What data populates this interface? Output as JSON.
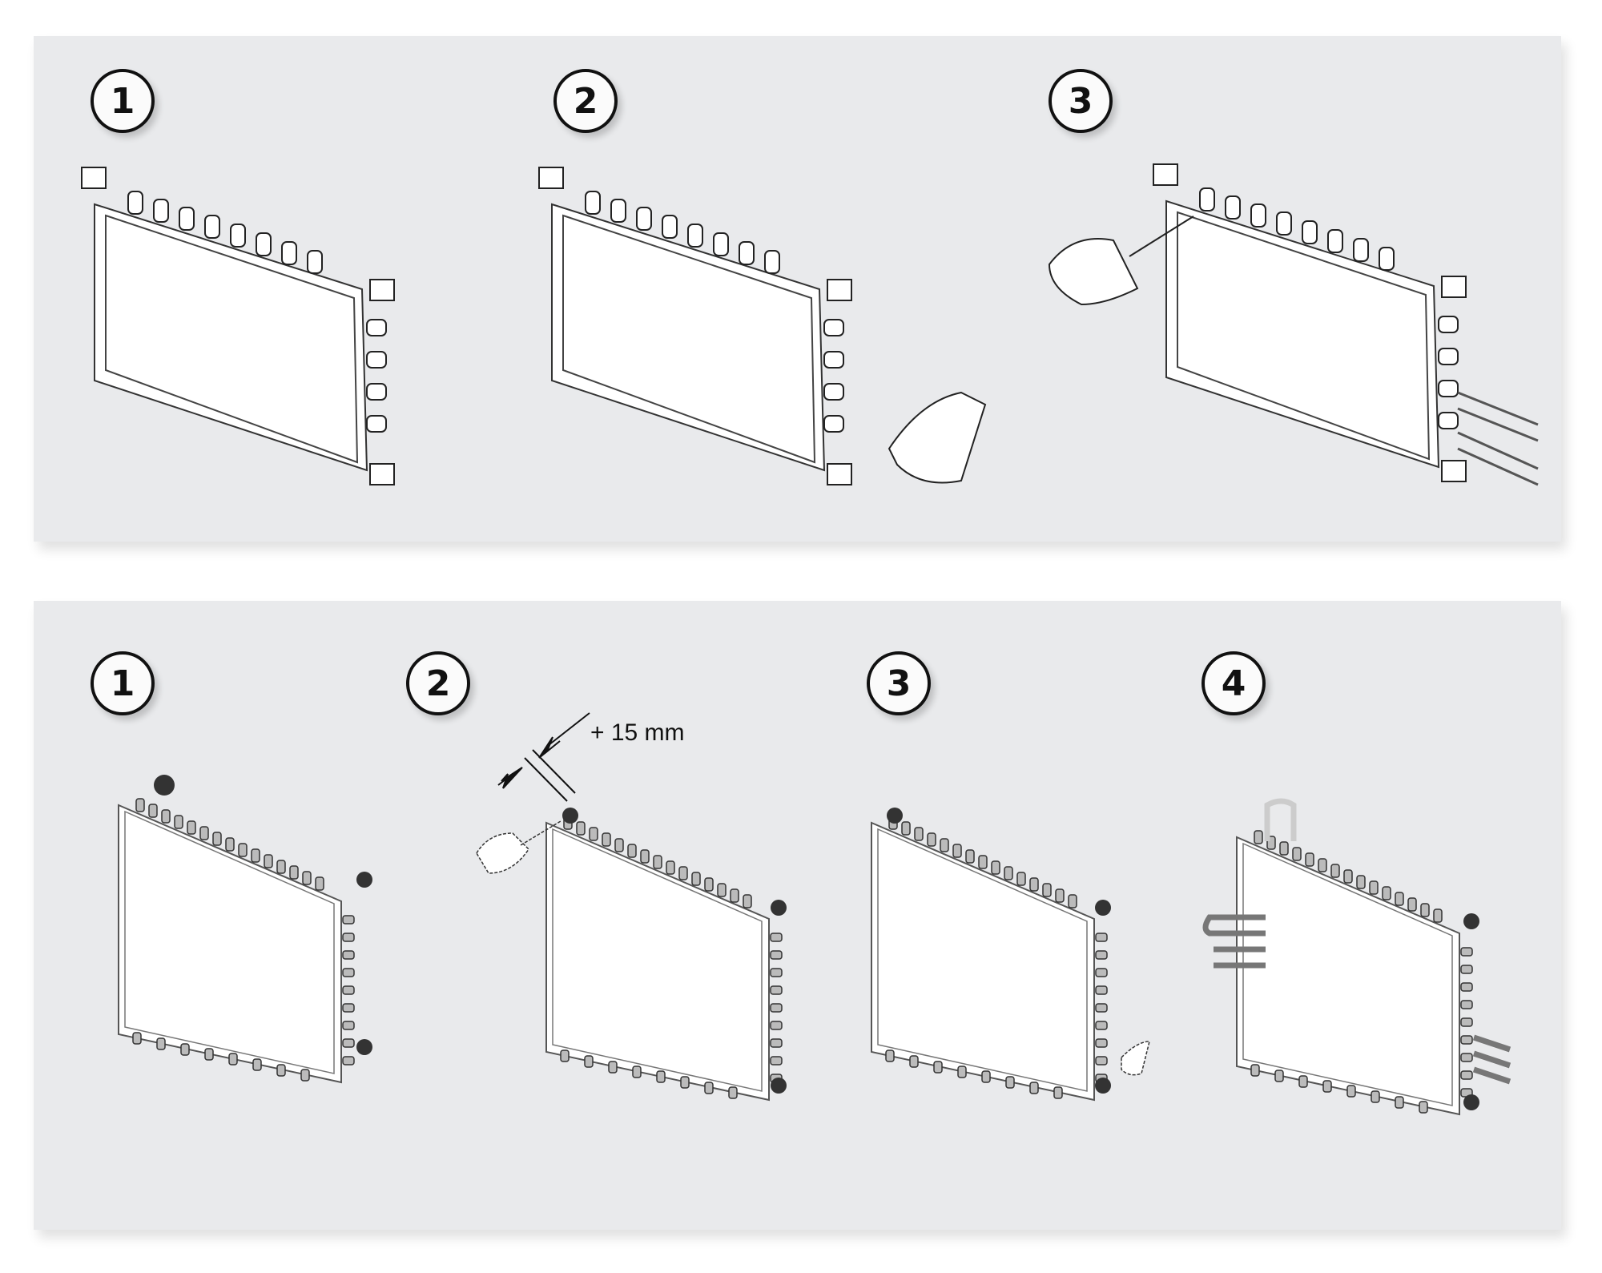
{
  "top_panel": {
    "steps": [
      "1",
      "2",
      "3"
    ]
  },
  "bottom_panel": {
    "steps": [
      "1",
      "2",
      "3",
      "4"
    ],
    "dimension_label": "+ 15 mm"
  }
}
